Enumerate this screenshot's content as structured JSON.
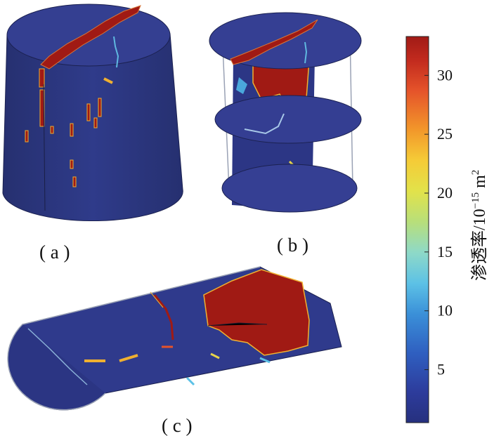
{
  "panels": {
    "a": {
      "label": "( a )"
    },
    "b": {
      "label": "( b )"
    },
    "c": {
      "label": "( c )"
    }
  },
  "colorbar": {
    "title_main": "渗透率/10",
    "title_exp": "−15",
    "title_unit": " m",
    "title_unit_exp": "2",
    "ticks": [
      {
        "value": 5,
        "label": "5"
      },
      {
        "value": 10,
        "label": "10"
      },
      {
        "value": 15,
        "label": "15"
      },
      {
        "value": 20,
        "label": "20"
      },
      {
        "value": 25,
        "label": "25"
      },
      {
        "value": 30,
        "label": "30"
      }
    ],
    "range": [
      0.5,
      33.3
    ],
    "colormap": "jet",
    "colors": {
      "low": "#2b3a8c",
      "high": "#a01a14"
    }
  }
}
